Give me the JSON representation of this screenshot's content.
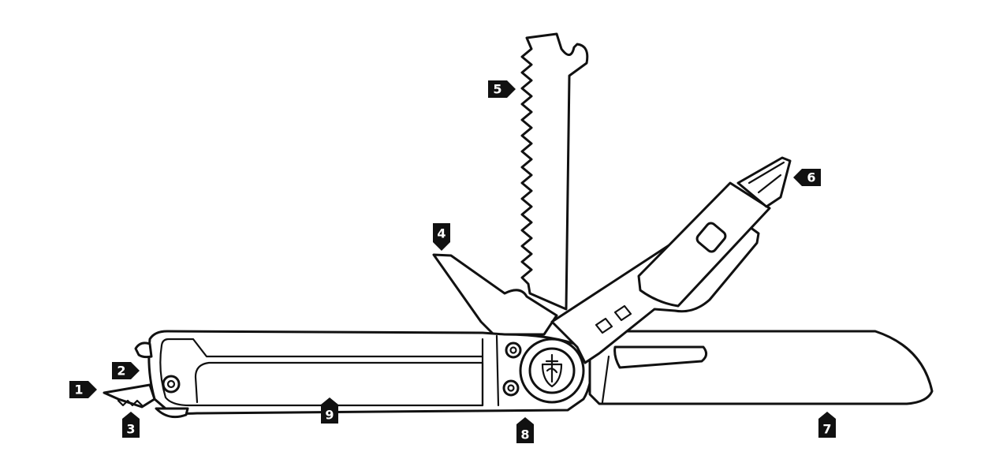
{
  "colors": {
    "ink": "#111111",
    "background": "#ffffff",
    "marker_text": "#ffffff"
  },
  "callouts": [
    {
      "id": "1",
      "label": "1",
      "pointer": "right"
    },
    {
      "id": "2",
      "label": "2",
      "pointer": "right"
    },
    {
      "id": "3",
      "label": "3",
      "pointer": "up"
    },
    {
      "id": "4",
      "label": "4",
      "pointer": "down"
    },
    {
      "id": "5",
      "label": "5",
      "pointer": "right"
    },
    {
      "id": "6",
      "label": "6",
      "pointer": "left"
    },
    {
      "id": "7",
      "label": "7",
      "pointer": "up"
    },
    {
      "id": "8",
      "label": "8",
      "pointer": "up"
    },
    {
      "id": "9",
      "label": "9",
      "pointer": "up"
    }
  ],
  "icons": {
    "logo": "gerber-logo-icon",
    "screw": "torx-screw-icon"
  }
}
